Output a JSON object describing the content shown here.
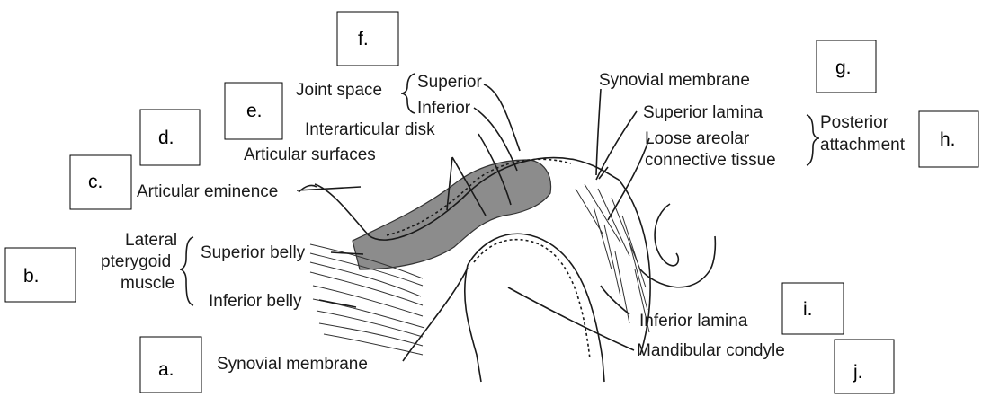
{
  "answer_boxes": [
    "f.",
    "g.",
    "e.",
    "d.",
    "h.",
    "c.",
    "b.",
    "i.",
    "a.",
    "j."
  ],
  "labels": {
    "joint_space": "Joint space",
    "superior": "Superior",
    "inferior": "Inferior",
    "synovial_membrane_top": "Synovial membrane",
    "interarticular_disk": "Interarticular disk",
    "superior_lamina": "Superior lamina",
    "loose_areolar_1": "Loose areolar",
    "loose_areolar_2": "connective tissue",
    "posterior_attachment_1": "Posterior",
    "posterior_attachment_2": "attachment",
    "articular_surfaces": "Articular surfaces",
    "articular_eminence": "Articular eminence",
    "lateral_pterygoid_1": "Lateral",
    "lateral_pterygoid_2": "pterygoid",
    "lateral_pterygoid_3": "muscle",
    "superior_belly": "Superior belly",
    "inferior_belly": "Inferior belly",
    "inferior_lamina": "Inferior lamina",
    "synovial_membrane_bottom": "Synovial membrane",
    "mandibular_condyle": "Mandibular condyle"
  }
}
